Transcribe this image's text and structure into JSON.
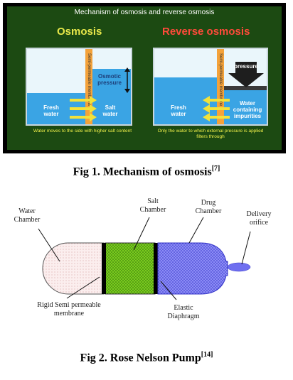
{
  "figure1": {
    "banner_title": "Mechanism of osmosis and reverse osmosis",
    "osmosis": {
      "title": "Osmosis",
      "membrane_label": "Semi-permeable membrane",
      "pressure_label": "Osmotic pressure",
      "fresh_water_label": "Fresh water",
      "salt_water_label": "Salt water",
      "caption": "Water moves to the side with higher salt content"
    },
    "reverse_osmosis": {
      "title": "Reverse osmosis",
      "membrane_label": "Semi-permeable membrane",
      "pressure_label": "pressure",
      "fresh_water_label": "Fresh water",
      "impure_water_label": "Water containing impurities",
      "caption": "Only the water to which external pressure is applied filters through"
    },
    "caption_text": "Fig 1. Mechanism of osmosis",
    "caption_ref": "[7]"
  },
  "figure2": {
    "labels": {
      "water_chamber": "Water Chamber",
      "salt_chamber": "Salt Chamber",
      "drug_chamber": "Drug Chamber",
      "delivery_orifice": "Delivery orifice",
      "membrane": "Rigid Semi permeable membrane",
      "diaphragm": "Elastic Diaphragm"
    },
    "caption_text": "Fig 2. Rose Nelson Pump",
    "caption_ref": "[14]"
  },
  "colors": {
    "fresh_water": "#3aa4e4",
    "membrane": "#f4a23a",
    "salt_chamber": "#7acc1e",
    "drug_chamber": "#6a6af0"
  }
}
